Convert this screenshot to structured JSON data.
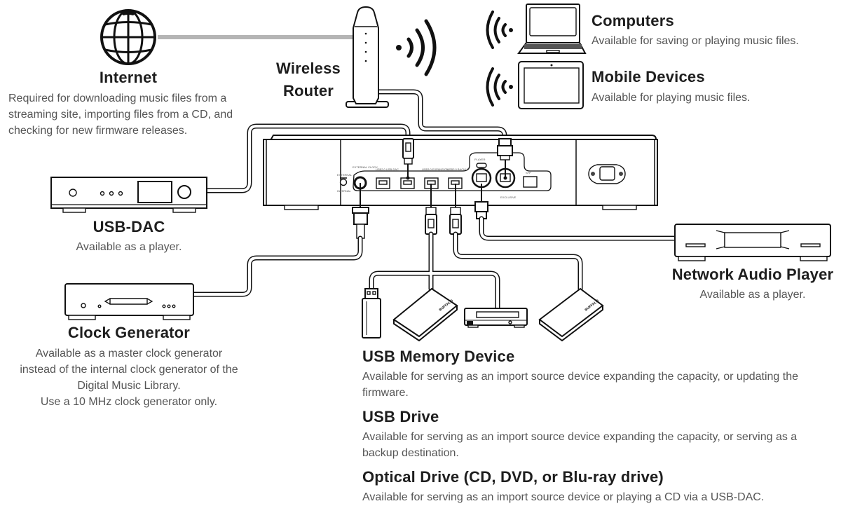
{
  "internet": {
    "title": "Internet",
    "desc": "Required for downloading music files from a streaming site, importing files from a CD, and checking for new firmware releases."
  },
  "router": {
    "title_line1": "Wireless",
    "title_line2": "Router"
  },
  "computers": {
    "title": "Computers",
    "desc": "Available for saving or playing music files."
  },
  "mobile": {
    "title": "Mobile Devices",
    "desc": "Available for playing music files."
  },
  "usb_dac": {
    "title": "USB-DAC",
    "desc": "Available as a player."
  },
  "clock_generator": {
    "title": "Clock Generator",
    "desc_lines": [
      "Available as a master clock generator",
      "instead of the internal clock generator of the",
      "Digital Music Library.",
      "Use a 10 MHz clock generator only."
    ]
  },
  "network_player": {
    "title": "Network Audio Player",
    "desc": "Available as a player."
  },
  "usb_memory": {
    "title": "USB Memory Device",
    "desc": "Available for serving as an import source device expanding the capacity, or updating the firmware."
  },
  "usb_drive": {
    "title": "USB Drive",
    "desc": "Available for serving as an import source device expanding the capacity, or serving as a backup destination."
  },
  "optical_drive": {
    "title": "Optical Drive (CD, DVD, or Blu-ray drive)",
    "desc": "Available for serving as an import source device or playing a CD via a USB-DAC."
  },
  "ports": {
    "external_clock": "EXTERNAL CLOCK",
    "switch_external": "EXTERNAL",
    "switch_internal": "INTERNAL",
    "usb_dac": "USB2.0 USB-DAC",
    "usb_expansion": "USB3.0 EXPANSION",
    "usb_backup": "USB3.0 BACKUP",
    "player": "PLAYER",
    "exclusive": "EXCLUSIVE",
    "sfp": "SFP"
  },
  "drive_brand": "BUFFALO"
}
